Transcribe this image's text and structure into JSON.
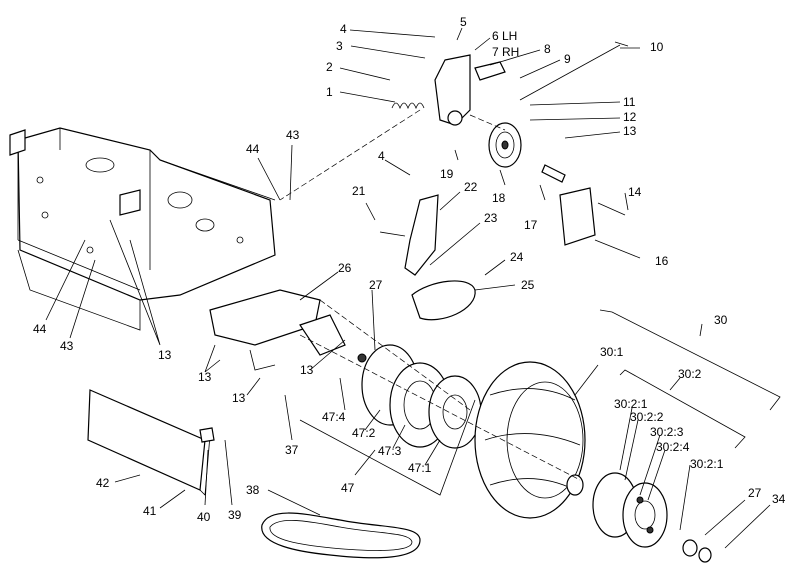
{
  "callouts": [
    {
      "id": "c1",
      "text": "1"
    },
    {
      "id": "c2",
      "text": "2"
    },
    {
      "id": "c3",
      "text": "3"
    },
    {
      "id": "c4a",
      "text": "4"
    },
    {
      "id": "c5",
      "text": "5"
    },
    {
      "id": "c6",
      "text": "6 LH"
    },
    {
      "id": "c7",
      "text": "7 RH"
    },
    {
      "id": "c8",
      "text": "8"
    },
    {
      "id": "c9",
      "text": "9"
    },
    {
      "id": "c10",
      "text": "10"
    },
    {
      "id": "c11",
      "text": "11"
    },
    {
      "id": "c12",
      "text": "12"
    },
    {
      "id": "c13a",
      "text": "13"
    },
    {
      "id": "c14",
      "text": "14"
    },
    {
      "id": "c16",
      "text": "16"
    },
    {
      "id": "c17",
      "text": "17"
    },
    {
      "id": "c18",
      "text": "18"
    },
    {
      "id": "c19",
      "text": "19"
    },
    {
      "id": "c4b",
      "text": "4"
    },
    {
      "id": "c21",
      "text": "21"
    },
    {
      "id": "c22",
      "text": "22"
    },
    {
      "id": "c23",
      "text": "23"
    },
    {
      "id": "c24",
      "text": "24"
    },
    {
      "id": "c25",
      "text": "25"
    },
    {
      "id": "c44a",
      "text": "44"
    },
    {
      "id": "c43a",
      "text": "43"
    },
    {
      "id": "c26",
      "text": "26"
    },
    {
      "id": "c27a",
      "text": "27"
    },
    {
      "id": "c30",
      "text": "30"
    },
    {
      "id": "c30_1",
      "text": "30:1"
    },
    {
      "id": "c30_2",
      "text": "30:2"
    },
    {
      "id": "c30_2_1a",
      "text": "30:2:1"
    },
    {
      "id": "c30_2_2",
      "text": "30:2:2"
    },
    {
      "id": "c30_2_3",
      "text": "30:2:3"
    },
    {
      "id": "c30_2_4",
      "text": "30:2:4"
    },
    {
      "id": "c30_2_1b",
      "text": "30:2:1"
    },
    {
      "id": "c44b",
      "text": "44"
    },
    {
      "id": "c43b",
      "text": "43"
    },
    {
      "id": "c13b",
      "text": "13"
    },
    {
      "id": "c13c",
      "text": "13"
    },
    {
      "id": "c13d",
      "text": "13"
    },
    {
      "id": "c13e",
      "text": "13"
    },
    {
      "id": "c47_4",
      "text": "47:4"
    },
    {
      "id": "c47_2",
      "text": "47:2"
    },
    {
      "id": "c47_3",
      "text": "47:3"
    },
    {
      "id": "c47_1",
      "text": "47:1"
    },
    {
      "id": "c47",
      "text": "47"
    },
    {
      "id": "c37",
      "text": "37"
    },
    {
      "id": "c42",
      "text": "42"
    },
    {
      "id": "c41",
      "text": "41"
    },
    {
      "id": "c40",
      "text": "40"
    },
    {
      "id": "c39",
      "text": "39"
    },
    {
      "id": "c38",
      "text": "38"
    },
    {
      "id": "c27b",
      "text": "27"
    },
    {
      "id": "c34",
      "text": "34"
    }
  ]
}
